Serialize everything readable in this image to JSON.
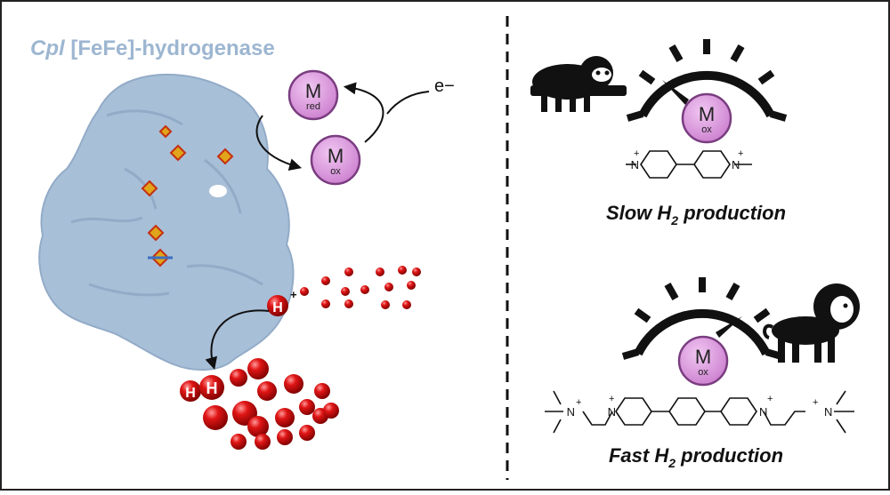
{
  "title": {
    "italic": "Cpl",
    "rest": " [FeFe]-hydrogenase"
  },
  "mediator": {
    "letter": "M",
    "reduced_sub": "red",
    "oxidized_sub": "ox"
  },
  "electron_label": "e−",
  "proton": {
    "letter": "H",
    "charge": "+"
  },
  "h2_letter": "H",
  "slow": {
    "prefix": "Slow H",
    "subscript": "2",
    "suffix": " production",
    "animal_icon": "sloth-icon",
    "gauge_level": "low"
  },
  "fast": {
    "prefix": "Fast H",
    "subscript": "2",
    "suffix": " production",
    "animal_icon": "lion-icon",
    "gauge_level": "high"
  },
  "chem": {
    "n_plus": "+",
    "n_label": "N",
    "methyl_dash": "—"
  },
  "colors": {
    "protein": "#a8bfd8",
    "title": "#9db6d1",
    "mediator_fill": "#d68bd8",
    "mediator_stroke": "#7a3d80",
    "proton_red": "#d80f0f",
    "gauge": "#111111"
  }
}
